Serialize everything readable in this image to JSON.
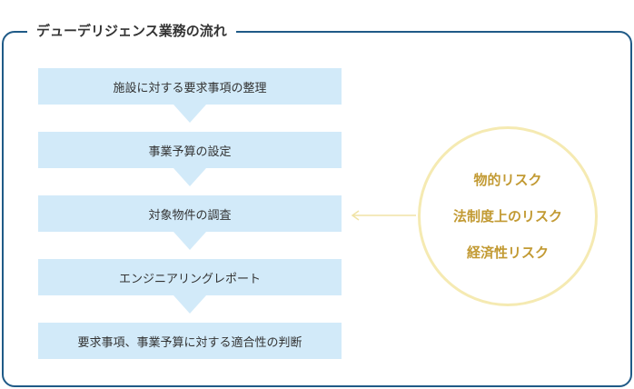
{
  "title": "デューデリジェンス業務の流れ",
  "steps": [
    "施設に対する要求事項の整理",
    "事業予算の設定",
    "対象物件の調査",
    "エンジニアリングレポート",
    "要求事項、事業予算に対する適合性の判断"
  ],
  "risks": [
    "物的リスク",
    "法制度上のリスク",
    "経済性リスク"
  ],
  "colors": {
    "frame": "#1f5a87",
    "step_fill": "#d2eaf9",
    "risk_text": "#c29a33",
    "circle_border": "#f5eab2"
  }
}
